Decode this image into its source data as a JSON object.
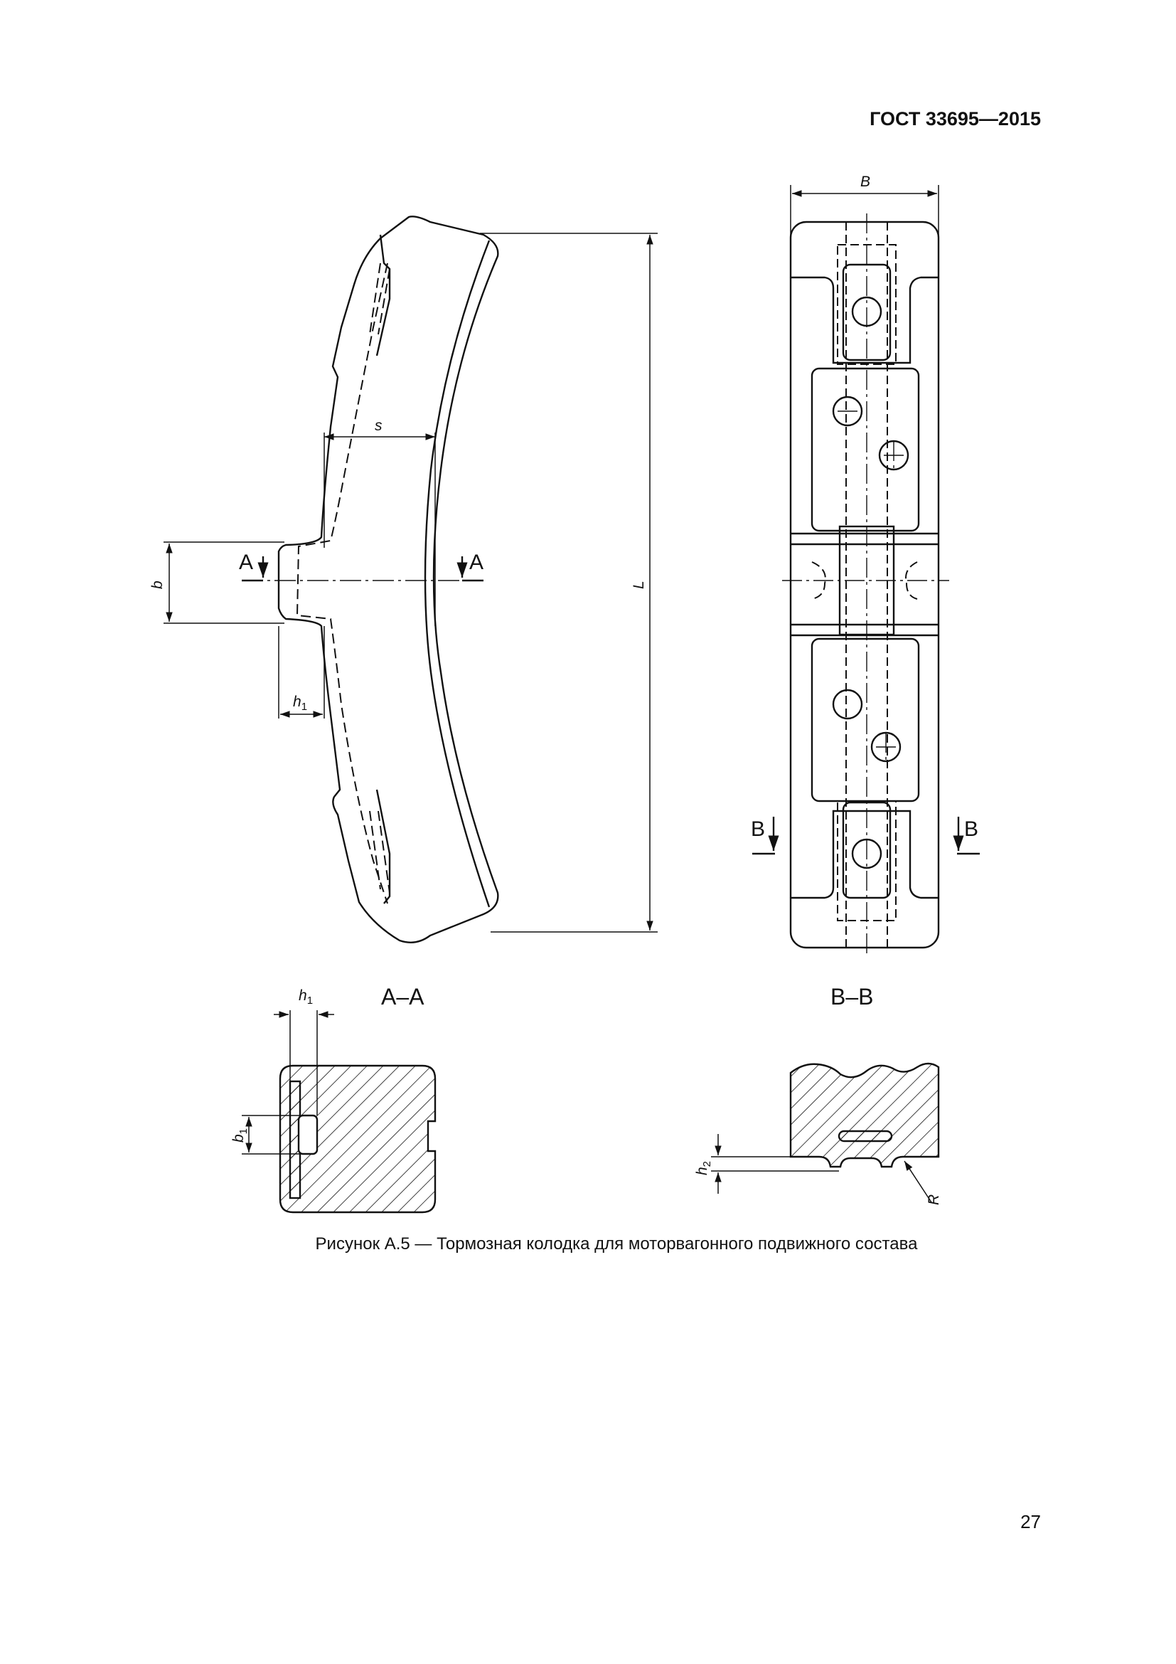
{
  "header": {
    "standard": "ГОСТ 33695—2015"
  },
  "page_number": "27",
  "figure": {
    "caption": "Рисунок А.5 — Тормозная колодка для моторвагонного подвижного состава",
    "dimensions": {
      "s": "s",
      "L": "L",
      "b": "b",
      "h1": "1",
      "B": "B",
      "b1": "1",
      "h2": "2",
      "R": "R"
    },
    "base_letters": {
      "h": "h",
      "b": "b"
    },
    "section_marks": {
      "a": "A",
      "b": "B"
    },
    "section_titles": {
      "aa": "A–A",
      "bb": "B–B"
    }
  }
}
